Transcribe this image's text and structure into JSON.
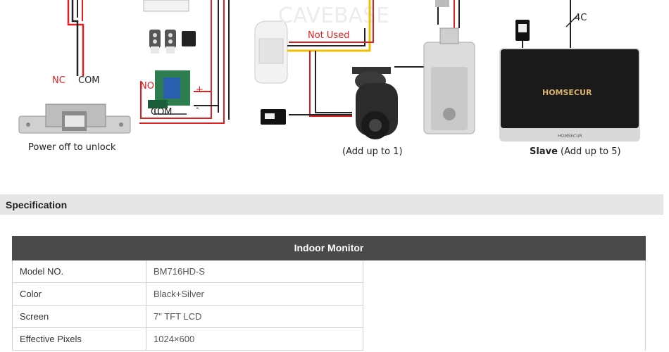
{
  "diagram": {
    "labels": {
      "nc": "NC",
      "com_left": "COM",
      "no": "NO",
      "com_relay": "COM",
      "plus": "+",
      "minus": "-",
      "power_off": "Power off to unlock",
      "not_used": "Not Used",
      "add_up_1": "(Add up to 1)",
      "slave_bold": "Slave",
      "slave_rest": " (Add up to 5)",
      "four_c": "4C",
      "watermark": "CAVEBASE",
      "monitor_brand": "HOMSECUR",
      "monitor_brand_small": "HOMSECUR"
    },
    "colors": {
      "red_wire": "#e02020",
      "black_wire": "#222222",
      "yellow_wire": "#f0c000",
      "monitor": "#1a1a1a"
    }
  },
  "section": {
    "title": "Specification"
  },
  "table": {
    "header": "Indoor Monitor",
    "rows": [
      {
        "key": "Model NO.",
        "value": "BM716HD-S"
      },
      {
        "key": "Color",
        "value": "Black+Silver"
      },
      {
        "key": "Screen",
        "value": "7\" TFT LCD"
      },
      {
        "key": "Effective Pixels",
        "value": "1024×600"
      }
    ]
  }
}
